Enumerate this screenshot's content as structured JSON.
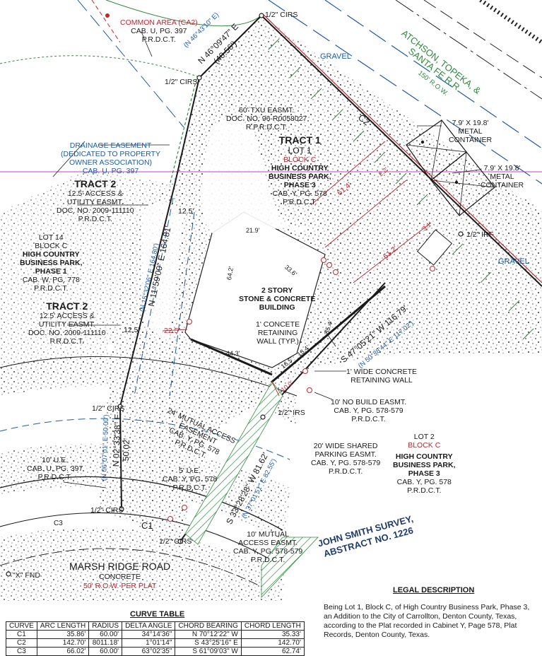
{
  "colors": {
    "line": "#1a1a1a",
    "red": "#c0262d",
    "blue": "#1e5aa8",
    "green": "#2e8a3e",
    "magenta": "#c23fc2"
  },
  "labels": {
    "common_area": [
      "COMMON AREA (CA2)",
      "CAB. U, PG. 397",
      "P.R.D.C.T."
    ],
    "cirs_top": "1/2\" CIRS",
    "cirs_left": "1/2\" CIRS",
    "bearing_top_blue": "(N 46°43'10\" E)",
    "bearing_top": "N 46°09'47\" E",
    "dist_top": "(40.56')",
    "gravel_top": "GRAVEL",
    "railroad": [
      "ATCHSON, TOPEKA, &",
      "SANTA FE R.R."
    ],
    "railroad_row": "150' R.O.W.",
    "txu": [
      "60' TXU EASMT.",
      "DOC. NO. 96-R0058027",
      "R.P.R.D.C.T."
    ],
    "c2": "C2",
    "drainage": [
      "DRAINAGE EASEMENT",
      "(DEDICATED TO PROPERTY",
      "OWNER ASSOCIATION)",
      "CAB. U, PG. 397"
    ],
    "tract1": [
      "TRACT 1",
      "LOT 1"
    ],
    "tract1_block": "BLOCK C",
    "tract1_park": [
      "HIGH COUNTRY",
      "BUSINESS PARK,",
      "PHASE 3"
    ],
    "tract1_cab": [
      "CAB. Y, PG. 578",
      "P.R.D.C.T."
    ],
    "container1": [
      "7.9' X 19.8'",
      "METAL",
      "CONTAINER"
    ],
    "container2": [
      "7.9' X 19.8'",
      "METAL",
      "CONTAINER"
    ],
    "tract2_top": "TRACT 2",
    "tract2_top_easmt": [
      "12.5' ACCESS &",
      "UTILITY EASMT.",
      "DOC. NO. 2009-111110",
      "P.R.D.C.T."
    ],
    "lot14": [
      "LOT 14",
      "BLOCK C"
    ],
    "lot14_park": [
      "HIGH COUNTRY",
      "BUSINESS PARK,",
      "PHASE 1"
    ],
    "lot14_cab": [
      "CAB. W, PG. 778",
      "P.R.D.C.T."
    ],
    "tract2_mid": "TRACT 2",
    "tract2_mid_easmt": [
      "12.5' ACCESS &",
      "UTILITY EASMT.",
      "DOC. NO. 2009-111110",
      "P.R.D.C.T."
    ],
    "bearing_west_blue": "(N 15°32'06\" E 164.80')",
    "bearing_west": "N 11°59'00\" E 164.81'",
    "dim_12_5_a": "12.5'",
    "dim_12_5_b": "12.5'",
    "dim_22_5": "22.5'",
    "dim_21_9": "21.9'",
    "dim_64_2": "64.2'",
    "dim_61_4": "61.4'",
    "dim_61_2": "61.2'",
    "dim_2_2": "2.2'",
    "dim_3_1": "3.1'",
    "dim_33_6": "33.6'",
    "dim_35_4": "35.4'",
    "dim_44_3": "44.3'",
    "dim_16_5": "16.5'",
    "dim_13_4": "13.4'",
    "dim_10_0": "10.0'",
    "building": [
      "2 STORY",
      "STONE & CONCRETE",
      "BUILDING"
    ],
    "wall1": [
      "1' CONCETE",
      "RETAINING",
      "WALL (TYP.)"
    ],
    "wall2": [
      "1' WIDE CONCRETE",
      "RETAINING WALL"
    ],
    "irf": "1/2\" IRF",
    "gravel_right": "GRAVEL",
    "bearing_south": "S 47°05'21\" W 116.79'",
    "bearing_south_blue": "(N 50°38'44\" E 117.02')",
    "nobuild": [
      "10' NO BUILD EASMT.",
      "CAB. Y, PG. 578-579",
      "P.R.D.C.T."
    ],
    "irs": "1/2\" IRS",
    "cirs_mid": "1/2\" CIRS",
    "mutual24": [
      "24' MUTUAL ACCESS",
      "EASEMENT",
      "CAB. Y, PG. 578",
      "P.R.D.C.T."
    ],
    "parking": [
      "20' WIDE SHARED",
      "PARKING EASMT.",
      "CAB. Y, PG. 578-579",
      "P.R.D.C.T."
    ],
    "lot2": "LOT 2",
    "lot2_block": "BLOCK C",
    "lot2_park": [
      "HIGH COUNTRY",
      "BUSINESS PARK,",
      "PHASE 3"
    ],
    "lot2_cab": [
      "CAB. Y, PG. 578",
      "P.R.D.C.T."
    ],
    "bearing_mid_blue": "(N 06°07'01\" E 50.00')",
    "bearing_mid": "N 02°33'38\" E",
    "dist_mid": "50.02'",
    "ue10": [
      "10' U.E.",
      "CAB. U, PG. 397",
      "P.R.D.C.T."
    ],
    "ue5": [
      "5' U.E.",
      "CAB. Y, PG. 578",
      "P.R.D.C.T."
    ],
    "bearing_se": "S 33°28'28\" W 81.62'",
    "bearing_se_blue": "(N 37°01'51\" E 82.55')",
    "cirs_bot1": "1/2\" CIRS",
    "cirs_bot2": "1/2\" CIRS",
    "c1": "C1",
    "c3": "C3",
    "mutual10": [
      "10' MUTUAL",
      "ACCESS EASMT.",
      "CAB. Y, PG. 578-579",
      "P.R.D.C.T."
    ],
    "survey": [
      "JOHN SMITH SURVEY,",
      "ABSTRACT NO. 1226"
    ],
    "road": "MARSH RIDGE ROAD",
    "road_sub": "CONCRETE",
    "road_row": "50' R.O.W. PER PLAT",
    "xfnd": "\"X\" FND"
  },
  "curve_table": {
    "caption": "CURVE TABLE",
    "headers": [
      "CURVE",
      "ARC LENGTH",
      "RADIUS",
      "DELTA ANGLE",
      "CHORD BEARING",
      "CHORD LENGTH"
    ],
    "rows": [
      [
        "C1",
        "35.86'",
        "60.00'",
        "34°14'36\"",
        "N 70°12'22\" W",
        "35.33'"
      ],
      [
        "C2",
        "142.70'",
        "8011.18'",
        "1°01'14\"",
        "S 43°25'16\" E",
        "142.70'"
      ],
      [
        "C3",
        "66.02'",
        "60.00'",
        "63°02'35\"",
        "S 61°09'03\" W",
        "62.74'"
      ]
    ]
  },
  "legal": {
    "title": "LEGAL DESCRIPTION",
    "text": "Being Lot 1, Block C, of High Country Business Park, Phase 3, an Addition to the City of Carrollton, Denton County, Texas, according to the Plat recorded in Cabinet Y, Page 578, Plat Records, Denton County, Texas."
  }
}
